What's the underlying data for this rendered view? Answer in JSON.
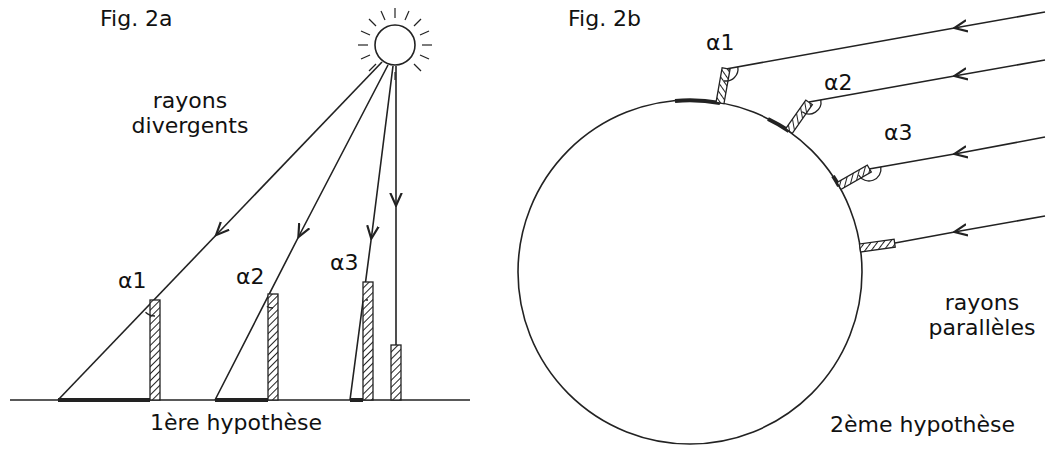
{
  "diagram": {
    "labels": [
      "Fig. 2a",
      "rayons divergents",
      "α1",
      "α2",
      "α3",
      "1ère hypothèse",
      "Fig. 2b",
      "α1",
      "α2",
      "α3",
      "rayons parallèles",
      "2ème hypothèse"
    ]
  }
}
